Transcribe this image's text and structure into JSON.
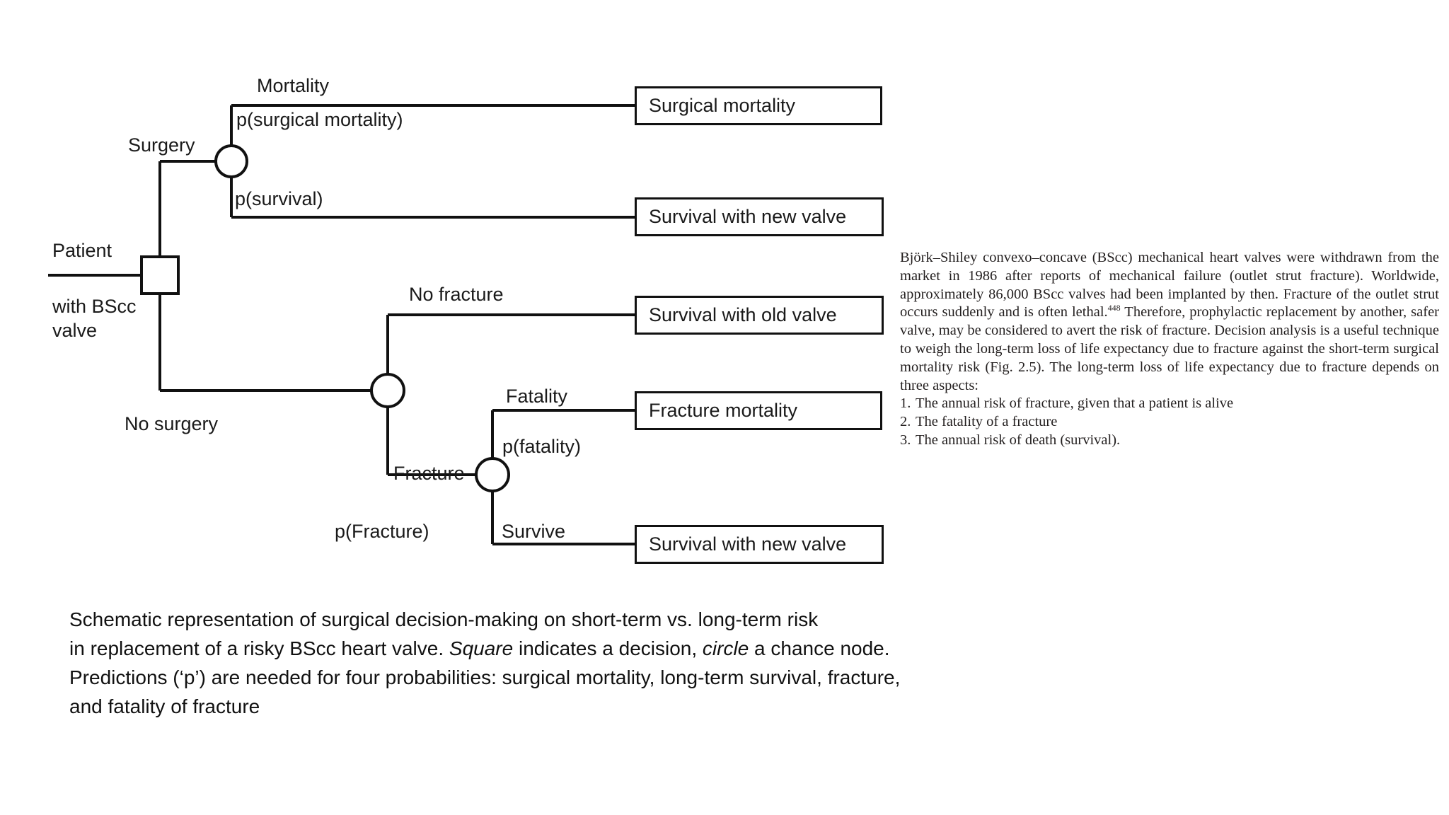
{
  "figure": {
    "root": {
      "label_line1": "Patient",
      "label_line2": "with BScc",
      "label_line3": "valve",
      "node_type": "decision-square"
    },
    "branches": {
      "surgery": "Surgery",
      "no_surgery": "No surgery",
      "mortality": "Mortality",
      "p_surgical_mortality": "p(surgical mortality)",
      "p_survival": "p(survival)",
      "no_fracture": "No fracture",
      "fracture": "Fracture",
      "p_fracture": "p(Fracture)",
      "fatality": "Fatality",
      "p_fatality": "p(fatality)",
      "survive": "Survive"
    },
    "outcomes": [
      {
        "id": "surgical-mortality",
        "label": "Surgical mortality"
      },
      {
        "id": "survival-new-valve-top",
        "label": "Survival with new valve"
      },
      {
        "id": "survival-old-valve",
        "label": "Survival with old valve"
      },
      {
        "id": "fracture-mortality",
        "label": "Fracture mortality"
      },
      {
        "id": "survival-new-valve-bottom",
        "label": "Survival with new valve"
      }
    ],
    "colors": {
      "line": "#111111",
      "text": "#1a1a1a",
      "background": "#ffffff"
    }
  },
  "body_text": {
    "para1_a": "Björk–Shiley convexo–concave (BScc) mechanical heart valves were withdrawn from the market in 1986 after reports of mechanical failure (outlet strut fracture). Worldwide, approximately 86,000 BScc valves had been implanted by then. Fracture of the outlet strut occurs suddenly and is often lethal.",
    "superscript": "448",
    "para1_b": " Therefore, prophylactic replacement by another, safer valve, may be considered to avert the risk of fracture. Decision analysis is a useful technique to weigh the long-term loss of life expectancy due to fracture against the short-term surgical mortality risk (Fig. 2.5). The long-term loss of life expectancy due to fracture depends on three aspects:",
    "aspects": [
      {
        "num": "1.",
        "text": "The annual risk of fracture, given that a patient is alive"
      },
      {
        "num": "2.",
        "text": "The fatality of a fracture"
      },
      {
        "num": "3.",
        "text": "The annual risk of death (survival)."
      }
    ]
  },
  "caption": {
    "line1": "Schematic representation of surgical decision-making on short-term vs. long-term risk",
    "line2_a": "in replacement of a risky BScc heart valve. ",
    "line2_italic1": "Square",
    "line2_b": " indicates a decision, ",
    "line2_italic2": "circle",
    "line2_c": " a chance node.",
    "line3": "Predictions (‘p’) are needed for four probabilities: surgical mortality, long-term survival, fracture,",
    "line4": "and fatality of fracture"
  }
}
